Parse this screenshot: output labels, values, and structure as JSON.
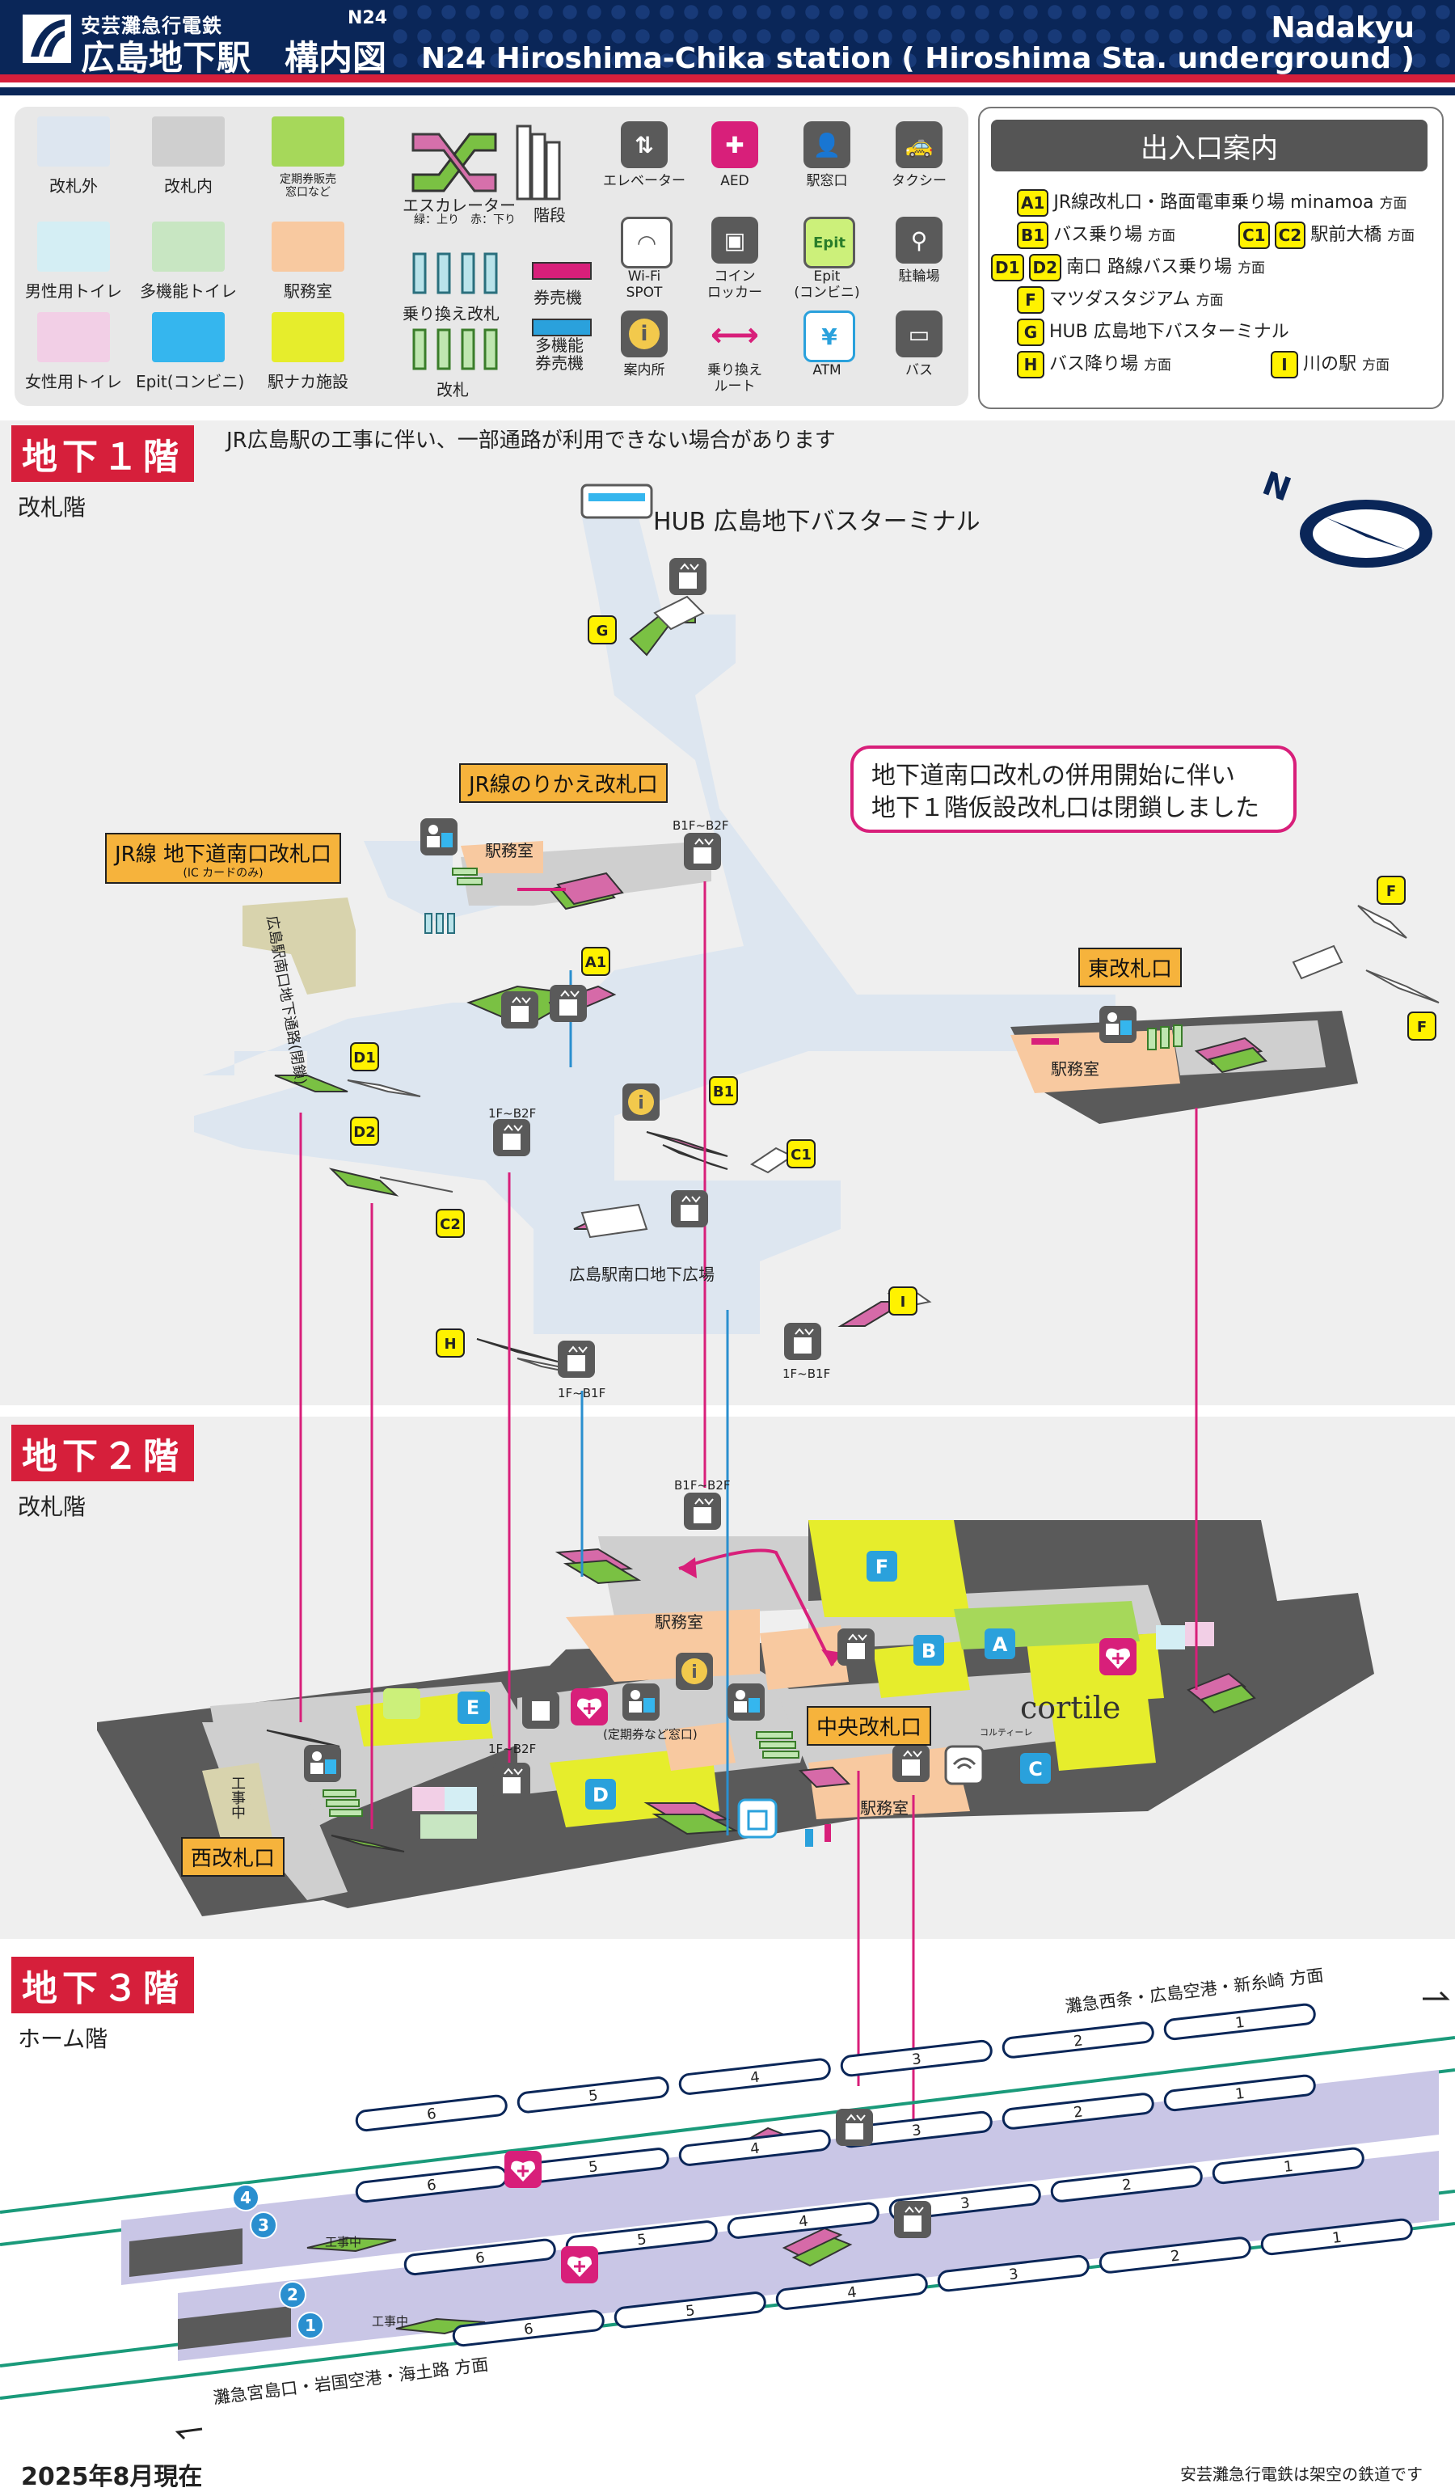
{
  "header": {
    "company": "安芸灘急行電鉄",
    "station_name": "広島地下駅　構内図",
    "station_code": "N24",
    "railway_en": "Nadakyu",
    "station_en": "N24 Hiroshima-Chika station ( Hiroshima Sta. underground )"
  },
  "legend": {
    "swatches": [
      {
        "label": "改札外",
        "color": "#dde6f0"
      },
      {
        "label": "改札内",
        "color": "#cfcfcf"
      },
      {
        "label": "定期券販売\n窓口など",
        "color": "#a6d85a"
      },
      {
        "label": "男性用トイレ",
        "color": "#d4eef4"
      },
      {
        "label": "多機能トイレ",
        "color": "#c8e6c2"
      },
      {
        "label": "駅務室",
        "color": "#f8c9a0"
      },
      {
        "label": "女性用トイレ",
        "color": "#f2cfe6"
      },
      {
        "label": "Epit(コンビニ)",
        "color": "#35b6ee"
      },
      {
        "label": "駅ナカ施設",
        "color": "#e6ed2c"
      }
    ],
    "escalator": "エスカレーター",
    "escalator_note": "緑：上り　赤：下り",
    "stairs": "階段",
    "transfer_gate": "乗り換え改札",
    "gate": "改札",
    "ticket_machine": "券売機",
    "multi_ticket_machine": "多機能\n券売機",
    "icons": [
      {
        "label": "エレベーター",
        "icon": "elevator-icon",
        "glyph": "⇅"
      },
      {
        "label": "AED",
        "icon": "aed-icon",
        "glyph": "✚"
      },
      {
        "label": "駅窓口",
        "icon": "station-window-icon",
        "glyph": "👤"
      },
      {
        "label": "タクシー",
        "icon": "taxi-icon",
        "glyph": "🚕"
      },
      {
        "label": "Wi-Fi\nSPOT",
        "icon": "wifi-icon",
        "glyph": "◠"
      },
      {
        "label": "コイン\nロッカー",
        "icon": "coin-locker-icon",
        "glyph": "▣"
      },
      {
        "label": "Epit\n(コンビニ)",
        "icon": "epit-icon",
        "glyph": "Epit"
      },
      {
        "label": "駐輪場",
        "icon": "bicycle-icon",
        "glyph": "⚲"
      },
      {
        "label": "案内所",
        "icon": "info-icon",
        "glyph": "i"
      },
      {
        "label": "乗り換え\nルート",
        "icon": "transfer-route-icon",
        "glyph": "⟷"
      },
      {
        "label": "ATM",
        "icon": "atm-icon",
        "glyph": "¥"
      },
      {
        "label": "バス",
        "icon": "bus-icon",
        "glyph": "▭"
      }
    ]
  },
  "exits": {
    "title": "出入口案内",
    "items": [
      {
        "badges": [
          "A1"
        ],
        "text": "JR線改札口・路面電車乗り場 minamoa",
        "suffix": "方面"
      },
      {
        "badges": [
          "B1"
        ],
        "text": "バス乗り場",
        "suffix": "方面"
      },
      {
        "badges": [
          "C1",
          "C2"
        ],
        "text": "駅前大橋",
        "suffix": "方面"
      },
      {
        "badges": [
          "D1",
          "D2"
        ],
        "text": "南口 路線バス乗り場",
        "suffix": "方面"
      },
      {
        "badges": [
          "F"
        ],
        "text": "マツダスタジアム",
        "suffix": "方面"
      },
      {
        "badges": [
          "G"
        ],
        "text": "HUB 広島地下バスターミナル",
        "suffix": ""
      },
      {
        "badges": [
          "H"
        ],
        "text": "バス降り場",
        "suffix": "方面"
      },
      {
        "badges": [
          "I"
        ],
        "text": "川の駅",
        "suffix": "方面"
      }
    ]
  },
  "floors": {
    "b1": {
      "tag": "地下１階",
      "sub": "改札階",
      "note": "JR広島駅の工事に伴い、一部通路が利用できない場合があります"
    },
    "b2": {
      "tag": "地下２階",
      "sub": "改札階"
    },
    "b3": {
      "tag": "地下３階",
      "sub": "ホーム階"
    }
  },
  "b1_labels": {
    "hub": "HUB 広島地下バスターミナル",
    "jr_transfer_gate": "JR線のりかえ改札口",
    "jr_south_gate": "JR線 地下道南口改札口",
    "jr_south_gate_note": "(IC カードのみ)",
    "notice": "地下道南口改札の併用開始に伴い\n地下１階仮設改札口は閉鎖しました",
    "east_gate": "東改札口",
    "station_office": "駅務室",
    "closed_passage": "広島駅南口地下通路(閉鎖)",
    "plaza": "広島駅南口地下広場",
    "elev_b1_b2": "B1F~B2F",
    "elev_1f_b2": "1F~B2F",
    "elev_1f_b1": "1F~B1F"
  },
  "b2_labels": {
    "west_gate": "西改札口",
    "central_gate": "中央改札口",
    "station_office": "駅務室",
    "pass_window": "(定期券など窓口)",
    "construction": "工事中",
    "shop_logo": "cortile",
    "shop_logo_sub": "コルティーレ",
    "elev_b1_b2": "B1F~B2F",
    "elev_1f_b2": "1F~B2F"
  },
  "b3_labels": {
    "dir_up": "灘急西条・広島空港・新糸崎 方面",
    "dir_down": "灘急宮島口・岩国空港・海土路 方面",
    "construction": "工事中",
    "platforms": [
      "4",
      "3",
      "2",
      "1"
    ],
    "car_numbers": [
      "6",
      "5",
      "4",
      "3",
      "2",
      "1"
    ]
  },
  "footer": {
    "date": "2025年8月現在",
    "disclaimer": "安芸灘急行電鉄は架空の鉄道です"
  },
  "colors": {
    "navy": "#0a2658",
    "red": "#d61f3b",
    "magenta": "#d81f7a",
    "blue_line": "#2a8fcf",
    "outside": "#dde6f0",
    "inside": "#cfcfcf",
    "office": "#f8c9a0",
    "shop": "#e6ed2c",
    "green_area": "#a6d85a",
    "epit": "#35b6ee",
    "track": "#1a9a7a",
    "platform": "#c9c6e6"
  }
}
